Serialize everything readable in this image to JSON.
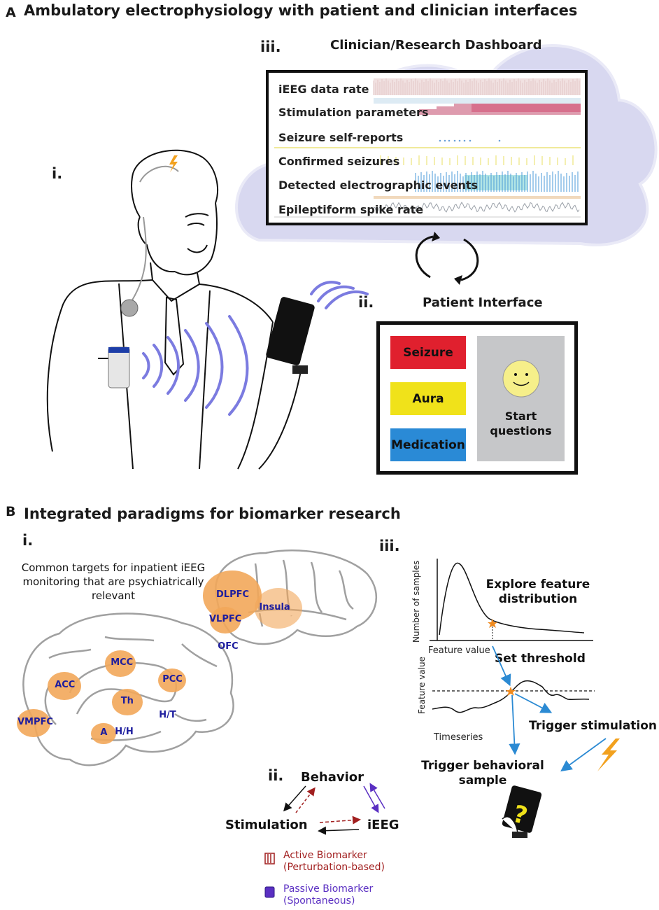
{
  "panel_a": {
    "letter": "A",
    "title": "Ambulatory electrophysiology with patient and clinician interfaces",
    "label_i": "i.",
    "label_ii": "ii.",
    "label_iii": "iii.",
    "dashboard_title": "Clinician/Research Dashboard",
    "dashboard_rows": [
      "iEEG data rate",
      "Stimulation parameters",
      "Seizure self-reports",
      "Confirmed seizures",
      "Detected electrographic events",
      "Epileptiform spike rate"
    ],
    "patient_interface_title": "Patient Interface",
    "buttons": {
      "seizure": "Seizure",
      "aura": "Aura",
      "medication": "Medication",
      "start_questions": "Start questions"
    },
    "colors": {
      "cloud": "#d6d6f0",
      "seizure": "#e0202e",
      "aura": "#f0e21a",
      "medication": "#2a8ad6",
      "start_panel": "#c6c7c9",
      "smiley": "#f6ef8a",
      "waves": "#7b7be0"
    }
  },
  "panel_b": {
    "letter": "B",
    "title": "Integrated paradigms for biomarker research",
    "label_i": "i.",
    "label_ii": "ii.",
    "label_iii": "iii.",
    "targets_caption": "Common targets for inpatient iEEG monitoring that are psychiatrically relevant",
    "medial_regions": [
      "MCC",
      "ACC",
      "PCC",
      "Th",
      "VMPFC",
      "H/T",
      "A",
      "H/H"
    ],
    "lateral_regions": [
      "DLPFC",
      "Insula",
      "VLPFC",
      "OFC"
    ],
    "loop": {
      "behavior": "Behavior",
      "stimulation": "Stimulation",
      "ieeg": "iEEG"
    },
    "legend": {
      "active_1": "Active Biomarker",
      "active_2": "(Perturbation-based)",
      "passive_1": "Passive Biomarker",
      "passive_2": "(Spontaneous)"
    },
    "workflow": {
      "y_axis_top": "Number of samples",
      "explore": "Explore feature distribution",
      "x_axis_top": "Feature value",
      "set_threshold": "Set threshold",
      "y_axis_bottom": "Feature value",
      "timeseries": "Timeseries",
      "trigger_stimulation": "Trigger stimulation",
      "trigger_behavioral": "Trigger behavioral sample"
    },
    "colors": {
      "region_fill": "#f2a75a",
      "region_text": "#1d1d9e",
      "active_red": "#a11f1f",
      "passive_purple": "#5a2fc2",
      "arrow_blue": "#2b8ad3",
      "marker_orange": "#f08a1e"
    }
  }
}
